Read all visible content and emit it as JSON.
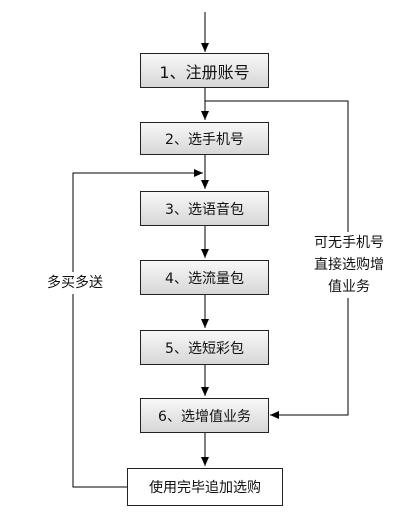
{
  "steps": [
    "1、注册账号",
    "2、选手机号",
    "3、选语音包",
    "4、选流量包",
    "5、选短彩包",
    "6、选增值业务",
    "使用完毕追加选购"
  ],
  "labels": {
    "left": "多买多送",
    "right": [
      "可无手机号",
      "直接选购增",
      "值业务"
    ]
  }
}
